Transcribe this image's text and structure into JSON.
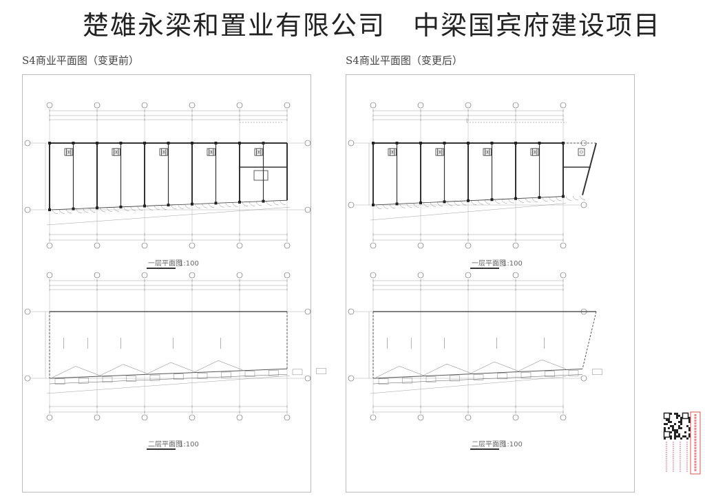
{
  "header": {
    "title": "楚雄永梁和置业有限公司　中梁国宾府建设项目"
  },
  "panels": [
    {
      "subtitle": "S4商业平面图（变更前）",
      "floor1_label": "一层平面图",
      "floor1_scale": "1:100",
      "floor2_label": "二层平面图",
      "floor2_scale": "1:100"
    },
    {
      "subtitle": "S4商业平面图（变更后）",
      "floor1_label": "一层平面图",
      "floor1_scale": "1:100",
      "floor2_label": "二层平面图",
      "floor2_scale": "1:100"
    }
  ],
  "colors": {
    "line": "#333333",
    "dim": "#888888",
    "stamp": "#d9534f"
  }
}
